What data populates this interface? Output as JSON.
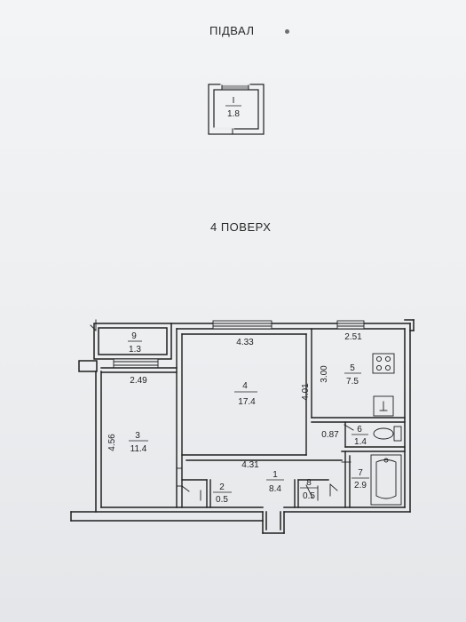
{
  "basement": {
    "title": "ПІДВАЛ",
    "room": {
      "number": "I",
      "area": "1.8"
    }
  },
  "floor": {
    "title": "4  ПОВЕРХ",
    "rooms": [
      {
        "id": "9",
        "number": "9",
        "area": "1.3"
      },
      {
        "id": "4",
        "number": "4",
        "area": "17.4"
      },
      {
        "id": "5",
        "number": "5",
        "area": "7.5"
      },
      {
        "id": "3",
        "number": "3",
        "area": "11.4"
      },
      {
        "id": "6",
        "number": "6",
        "area": "1.4"
      },
      {
        "id": "1",
        "number": "1",
        "area": "8.4"
      },
      {
        "id": "2",
        "number": "2",
        "area": "0.5"
      },
      {
        "id": "8",
        "number": "8",
        "area": "0.5"
      },
      {
        "id": "7",
        "number": "7",
        "area": "2.9"
      }
    ],
    "dimensions": {
      "room4_width": "4.33",
      "room4_depth": "4.01",
      "room5_width": "2.51",
      "room5_depth": "3.00",
      "room3_width": "2.49",
      "room3_depth": "4.56",
      "corridor_width": "4.31",
      "room6_width": "0.87"
    }
  },
  "colors": {
    "ink": "#1f1f1f",
    "paper": "#eceef0"
  }
}
